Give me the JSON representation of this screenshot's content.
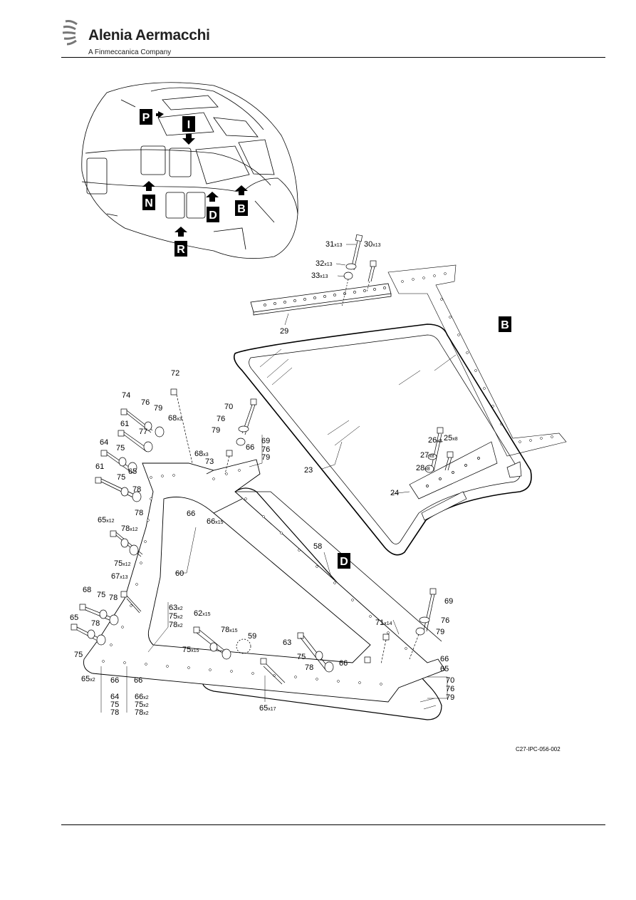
{
  "header": {
    "company": "Alenia Aermacchi",
    "tagline": "A Finmeccanica Company"
  },
  "figure_ref": "C27-IPC-056-002",
  "view_markers": [
    "P",
    "I",
    "N",
    "D",
    "B",
    "R"
  ],
  "detail_labels": {
    "b": "B",
    "d": "D"
  },
  "callouts": [
    {
      "id": "c31",
      "num": "31",
      "qty": "x13"
    },
    {
      "id": "c30",
      "num": "30",
      "qty": "x13"
    },
    {
      "id": "c32",
      "num": "32",
      "qty": "x13"
    },
    {
      "id": "c33",
      "num": "33",
      "qty": "x13"
    },
    {
      "id": "c29",
      "num": "29",
      "qty": ""
    },
    {
      "id": "c72",
      "num": "72",
      "qty": ""
    },
    {
      "id": "c74",
      "num": "74",
      "qty": ""
    },
    {
      "id": "c76a",
      "num": "76",
      "qty": ""
    },
    {
      "id": "c79a",
      "num": "79",
      "qty": ""
    },
    {
      "id": "c68a",
      "num": "68",
      "qty": "x3"
    },
    {
      "id": "c70a",
      "num": "70",
      "qty": ""
    },
    {
      "id": "c76b",
      "num": "76",
      "qty": ""
    },
    {
      "id": "c79b",
      "num": "79",
      "qty": ""
    },
    {
      "id": "c61a",
      "num": "61",
      "qty": ""
    },
    {
      "id": "c77",
      "num": "77",
      "qty": ""
    },
    {
      "id": "c64a",
      "num": "64",
      "qty": ""
    },
    {
      "id": "c75a",
      "num": "75",
      "qty": ""
    },
    {
      "id": "c65a",
      "num": "65",
      "qty": ""
    },
    {
      "id": "c73",
      "num": "73",
      "qty": ""
    },
    {
      "id": "c68b",
      "num": "68",
      "qty": "x3"
    },
    {
      "id": "c66a",
      "num": "66",
      "qty": ""
    },
    {
      "id": "c69a",
      "num": "69",
      "qty": ""
    },
    {
      "id": "c76c",
      "num": "76",
      "qty": ""
    },
    {
      "id": "c79c",
      "num": "79",
      "qty": ""
    },
    {
      "id": "c61b",
      "num": "61",
      "qty": ""
    },
    {
      "id": "c75b",
      "num": "75",
      "qty": ""
    },
    {
      "id": "c78a",
      "num": "78",
      "qty": ""
    },
    {
      "id": "c78b",
      "num": "78",
      "qty": ""
    },
    {
      "id": "c66b",
      "num": "66",
      "qty": ""
    },
    {
      "id": "c66c",
      "num": "66",
      "qty": "x15"
    },
    {
      "id": "c23",
      "num": "23",
      "qty": ""
    },
    {
      "id": "c26",
      "num": "26",
      "qty": "x8"
    },
    {
      "id": "c25",
      "num": "25",
      "qty": "x8"
    },
    {
      "id": "c27",
      "num": "27",
      "qty": "x8"
    },
    {
      "id": "c28",
      "num": "28",
      "qty": "x8"
    },
    {
      "id": "c24",
      "num": "24",
      "qty": ""
    },
    {
      "id": "c65b",
      "num": "65",
      "qty": "x12"
    },
    {
      "id": "c78c",
      "num": "78",
      "qty": "x12"
    },
    {
      "id": "c75c",
      "num": "75",
      "qty": "x12"
    },
    {
      "id": "c58",
      "num": "58",
      "qty": ""
    },
    {
      "id": "c60",
      "num": "60",
      "qty": ""
    },
    {
      "id": "c67",
      "num": "67",
      "qty": "x13"
    },
    {
      "id": "c68c",
      "num": "68",
      "qty": ""
    },
    {
      "id": "c75d",
      "num": "75",
      "qty": ""
    },
    {
      "id": "c78d",
      "num": "78",
      "qty": ""
    },
    {
      "id": "c65c",
      "num": "65",
      "qty": ""
    },
    {
      "id": "c78e",
      "num": "78",
      "qty": ""
    },
    {
      "id": "c75e",
      "num": "75",
      "qty": ""
    },
    {
      "id": "c63a",
      "num": "63",
      "qty": "x2"
    },
    {
      "id": "c75f",
      "num": "75",
      "qty": "x2"
    },
    {
      "id": "c78f",
      "num": "78",
      "qty": "x2"
    },
    {
      "id": "c62",
      "num": "62",
      "qty": "x15"
    },
    {
      "id": "c78g",
      "num": "78",
      "qty": "x15"
    },
    {
      "id": "c59",
      "num": "59",
      "qty": ""
    },
    {
      "id": "c75g",
      "num": "75",
      "qty": "x15"
    },
    {
      "id": "c71",
      "num": "71",
      "qty": "x14"
    },
    {
      "id": "c69b",
      "num": "69",
      "qty": ""
    },
    {
      "id": "c76d",
      "num": "76",
      "qty": ""
    },
    {
      "id": "c79d",
      "num": "79",
      "qty": ""
    },
    {
      "id": "c63b",
      "num": "63",
      "qty": ""
    },
    {
      "id": "c75h",
      "num": "75",
      "qty": ""
    },
    {
      "id": "c78h",
      "num": "78",
      "qty": ""
    },
    {
      "id": "c66d",
      "num": "66",
      "qty": ""
    },
    {
      "id": "c66e",
      "num": "66",
      "qty": ""
    },
    {
      "id": "c65d",
      "num": "65",
      "qty": ""
    },
    {
      "id": "c70b",
      "num": "70",
      "qty": ""
    },
    {
      "id": "c76e",
      "num": "76",
      "qty": ""
    },
    {
      "id": "c79e",
      "num": "79",
      "qty": ""
    },
    {
      "id": "c65e",
      "num": "65",
      "qty": "x2"
    },
    {
      "id": "c66f",
      "num": "66",
      "qty": ""
    },
    {
      "id": "c66g",
      "num": "66",
      "qty": ""
    },
    {
      "id": "c64b",
      "num": "64",
      "qty": ""
    },
    {
      "id": "c75i",
      "num": "75",
      "qty": ""
    },
    {
      "id": "c78i",
      "num": "78",
      "qty": ""
    },
    {
      "id": "c66h",
      "num": "66",
      "qty": "x2"
    },
    {
      "id": "c75j",
      "num": "75",
      "qty": "x2"
    },
    {
      "id": "c78j",
      "num": "78",
      "qty": "x2"
    },
    {
      "id": "c65f",
      "num": "65",
      "qty": "x17"
    }
  ]
}
